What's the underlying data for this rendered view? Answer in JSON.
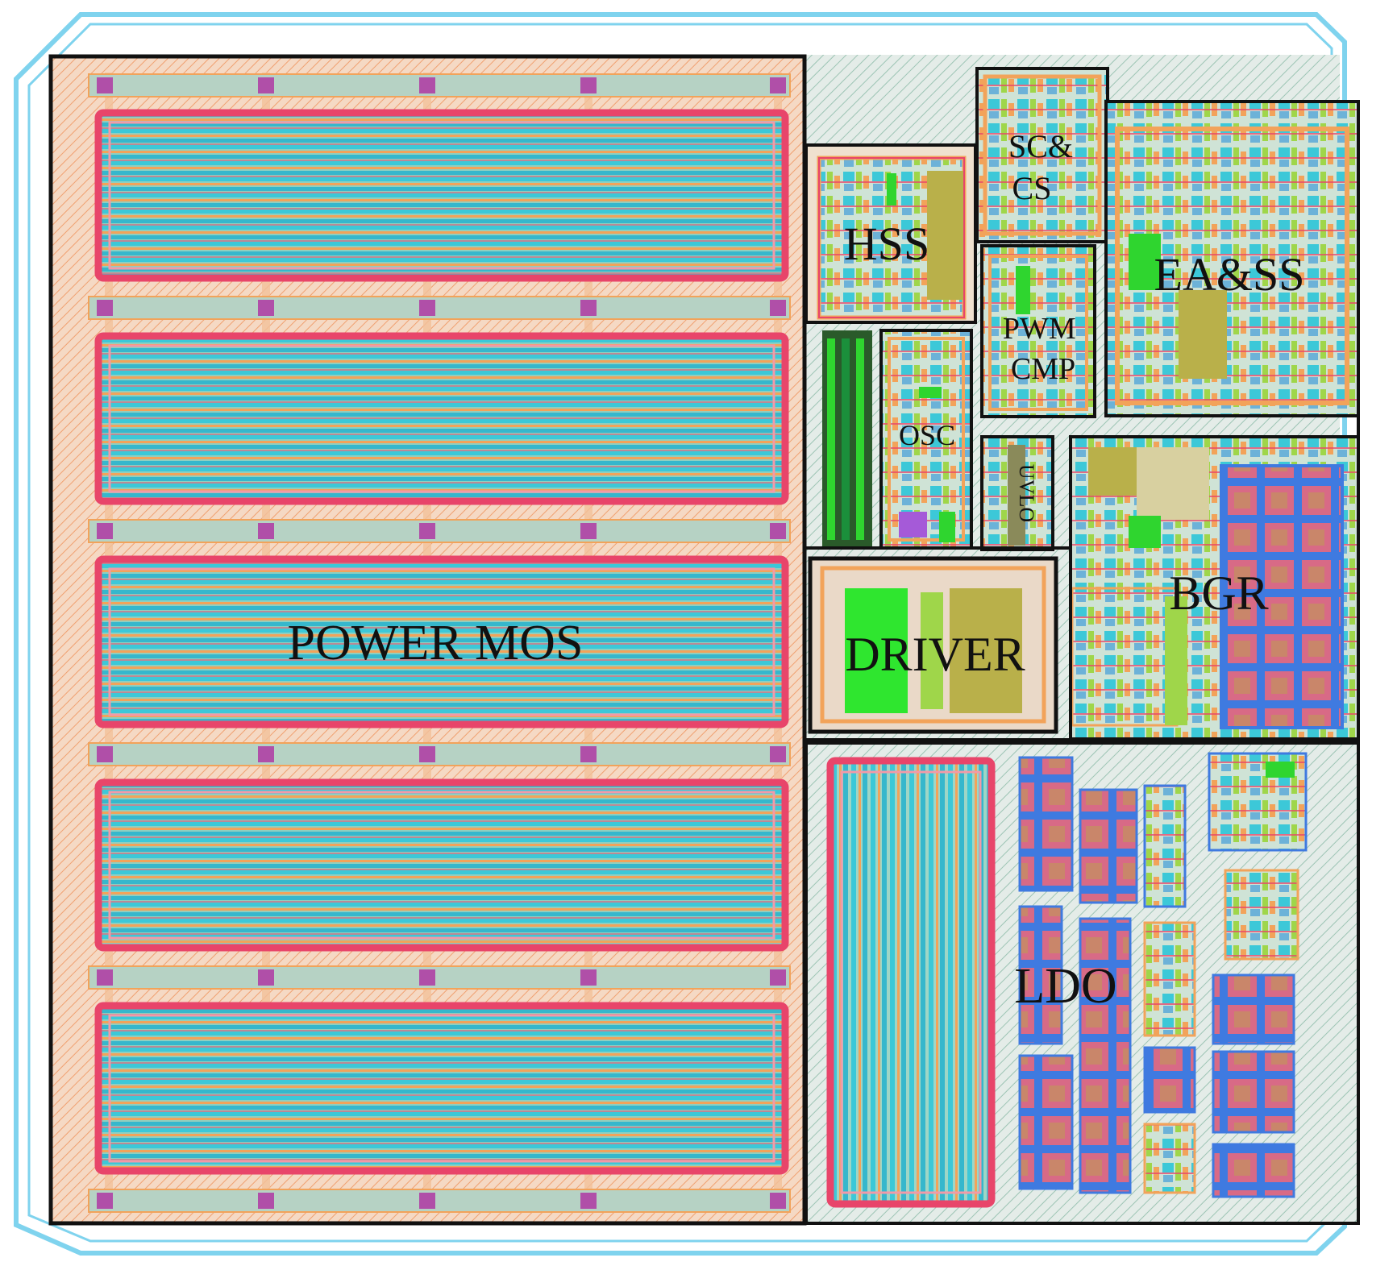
{
  "blocks": [
    {
      "id": "power-mos",
      "label": "POWER MOS"
    },
    {
      "id": "hss",
      "label": "HSS"
    },
    {
      "id": "sc-cs",
      "label_line1": "SC&",
      "label_line2": "CS"
    },
    {
      "id": "ea-ss",
      "label": "EA&SS"
    },
    {
      "id": "pwm-cmp",
      "label_line1": "PWM",
      "label_line2": "CMP"
    },
    {
      "id": "osc",
      "label": "OSC"
    },
    {
      "id": "small-block",
      "label": "UVLO"
    },
    {
      "id": "bgr",
      "label": "BGR"
    },
    {
      "id": "driver",
      "label": "DRIVER"
    },
    {
      "id": "ldo",
      "label": "LDO"
    }
  ],
  "colors": {
    "guard_ring": "#7fd3ee",
    "background_fill": "#dfe9e4",
    "metal_red": "#e8456a",
    "metal_orange": "#f2a35a",
    "poly_cyan": "#3cc8d8",
    "via_purple": "#b04fa8",
    "active_green": "#2fd52f",
    "nwell_olive": "#b9b04a",
    "block_border": "#111111"
  }
}
